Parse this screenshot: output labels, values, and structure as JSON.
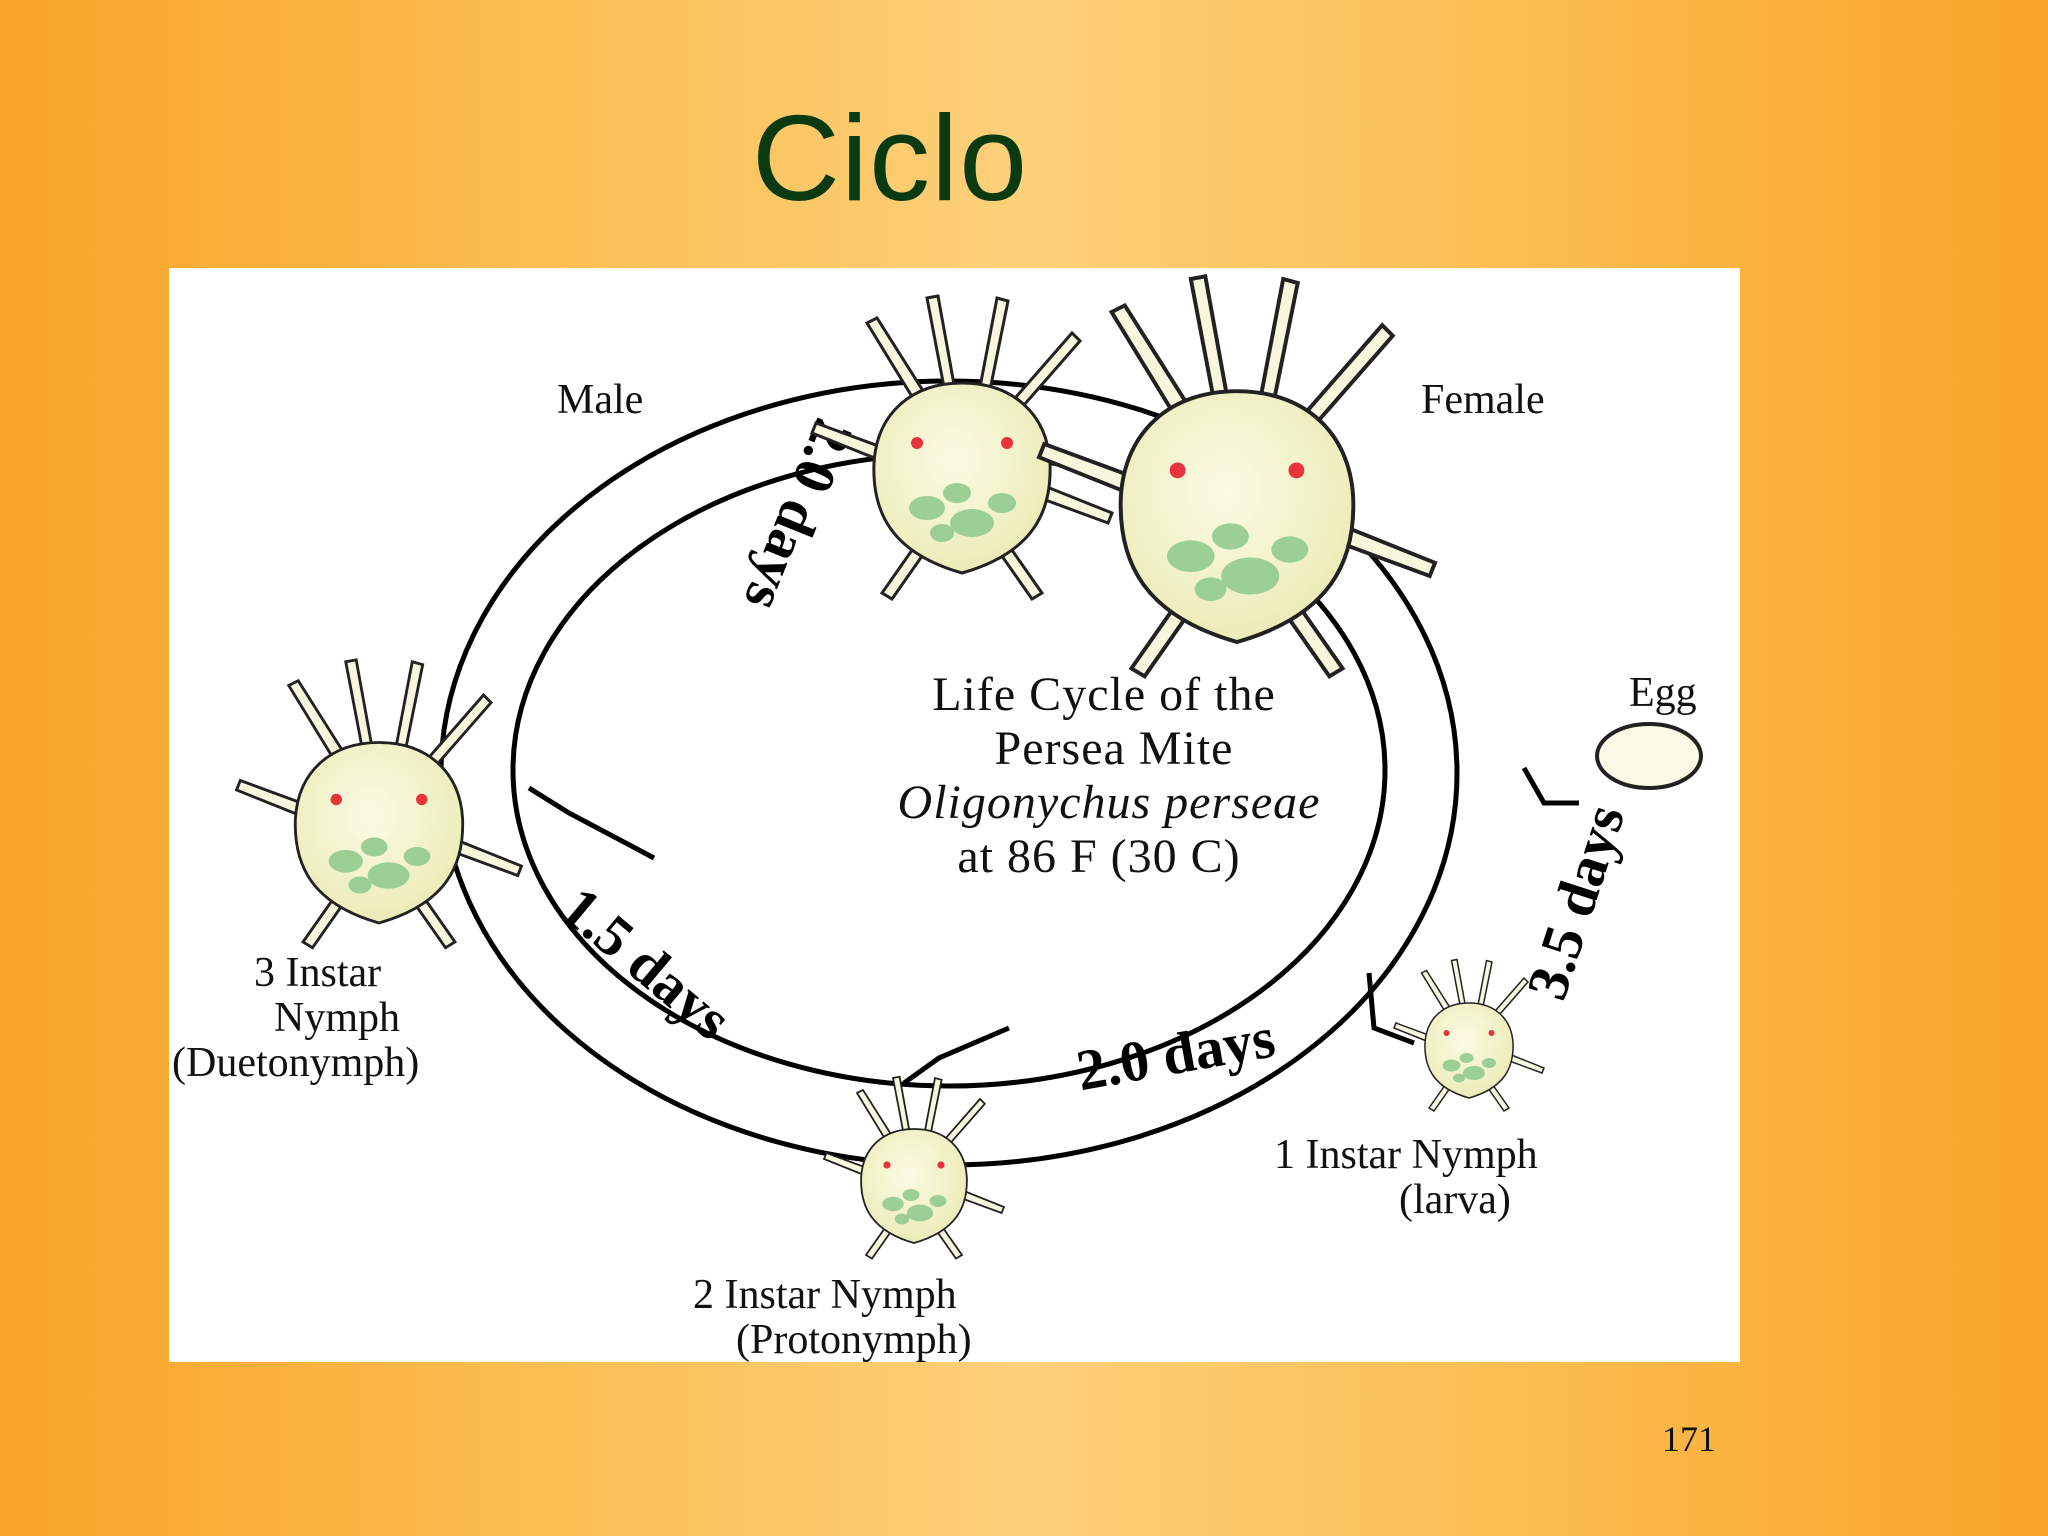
{
  "slide": {
    "title": "Ciclo",
    "page_number": "171"
  },
  "diagram": {
    "center_title": {
      "line1": "Life Cycle of the",
      "line2": "Persea Mite",
      "line3": "Oligonychus perseae",
      "line4": "at 86 F (30 C)"
    },
    "stages": {
      "male": "Male",
      "female": "Female",
      "egg": "Egg",
      "first_instar": {
        "line1": "1 Instar Nymph",
        "line2": "(larva)"
      },
      "second_instar": {
        "line1": "2 Instar Nymph",
        "line2": "(Protonymph)"
      },
      "third_instar": {
        "line1": "3 Instar",
        "line2": "Nymph",
        "line3": "(Duetonymph)"
      }
    },
    "durations": {
      "egg_to_first": "3.5 days",
      "first_to_second": "2.0 days",
      "second_to_third": "1.5 days",
      "third_to_adult": "2.0 days"
    },
    "colors": {
      "mite_body": "#f4f4c8",
      "mite_spots": "#7fbf7f",
      "eye": "#e8323c",
      "ring": "#000000"
    }
  }
}
